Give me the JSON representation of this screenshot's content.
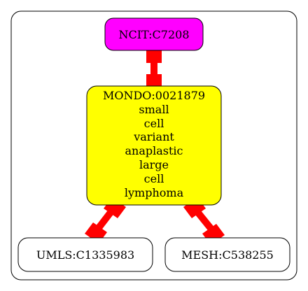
{
  "colors": {
    "background": "#ffffff",
    "cluster_border": "#000000",
    "edge": "#ff0000",
    "ncit_fill": "#ff00ff",
    "mondo_fill": "#ffff00",
    "leaf_fill": "#ffffff"
  },
  "nodes": {
    "ncit": {
      "lines": [
        "NCIT:C7208"
      ]
    },
    "mondo": {
      "lines": [
        "MONDO:0021879",
        "small",
        "cell",
        "variant",
        "anaplastic",
        "large",
        "cell",
        "lymphoma"
      ]
    },
    "umls": {
      "lines": [
        "UMLS:C1335983"
      ]
    },
    "mesh": {
      "lines": [
        "MESH:C538255"
      ]
    }
  },
  "edges": [
    {
      "from": "ncit",
      "to": "mondo"
    },
    {
      "from": "mondo",
      "to": "umls"
    },
    {
      "from": "mondo",
      "to": "mesh"
    }
  ]
}
